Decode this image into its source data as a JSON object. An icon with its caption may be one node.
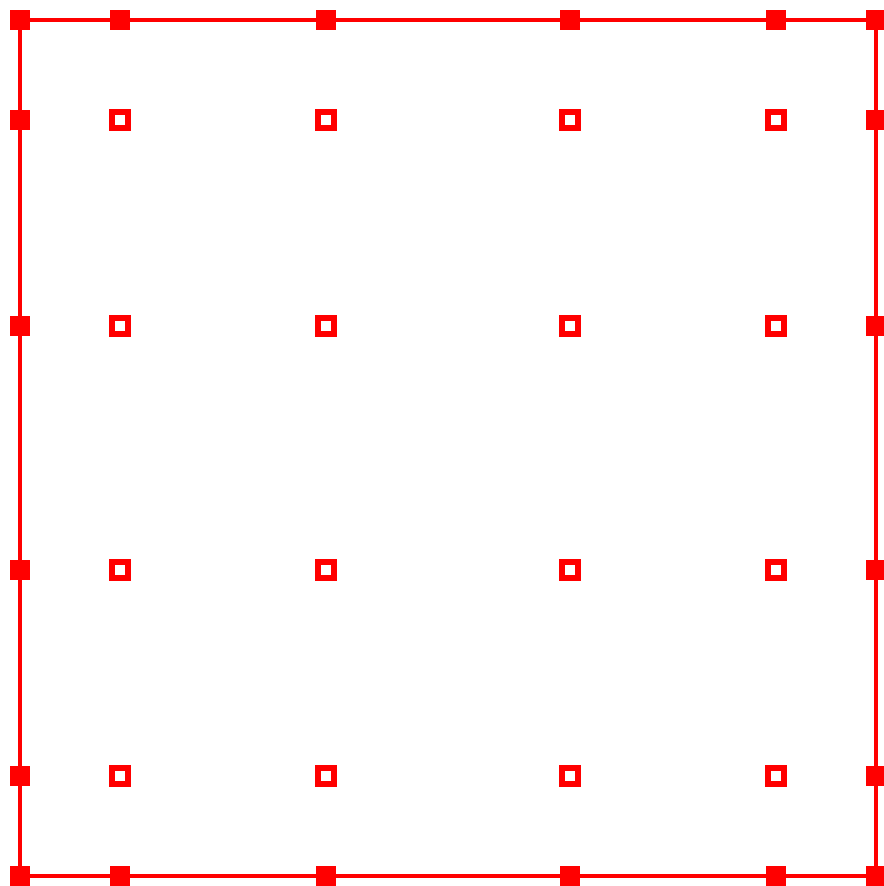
{
  "diagram": {
    "nodes": [
      {
        "text": [],
        "shape": "box"
      },
      {
        "text": [],
        "shape": "box"
      },
      {
        "text": [],
        "shape": "box"
      },
      {
        "text": [],
        "shape": "box"
      },
      {
        "text": [],
        "shape": "box"
      },
      {
        "text": [],
        "shape": "box"
      },
      {
        "text": [],
        "shape": "box"
      },
      {
        "text": [],
        "shape": "box"
      },
      {
        "text": [],
        "shape": "box"
      },
      {
        "text": [],
        "shape": "box"
      },
      {
        "text": [],
        "shape": "box"
      },
      {
        "text": [],
        "shape": "box"
      },
      {
        "text": [],
        "shape": "box"
      },
      {
        "text": [],
        "shape": "box"
      },
      {
        "text": [],
        "shape": "box"
      },
      {
        "text": [],
        "shape": "box"
      },
      {
        "text": [],
        "shape": "box"
      },
      {
        "text": [],
        "shape": "box"
      },
      {
        "text": [],
        "shape": "box"
      },
      {
        "text": [],
        "shape": "box"
      },
      {
        "text": [],
        "shape": "box"
      },
      {
        "text": [],
        "shape": "box"
      },
      {
        "text": [],
        "shape": "box"
      },
      {
        "text": [],
        "shape": "box"
      },
      {
        "text": [],
        "shape": "box"
      },
      {
        "text": [],
        "shape": "box"
      },
      {
        "text": [],
        "shape": "box"
      },
      {
        "text": [],
        "shape": "box"
      },
      {
        "text": [],
        "shape": "box"
      },
      {
        "text": [],
        "shape": "box"
      },
      {
        "text": [],
        "shape": "box"
      },
      {
        "text": [],
        "shape": "box"
      },
      {
        "text": [],
        "shape": "box"
      },
      {
        "text": [],
        "shape": "box"
      },
      {
        "text": [],
        "shape": "box"
      },
      {
        "text": [],
        "shape": "box"
      }
    ],
    "edges": [
      {
        "from": 0,
        "to": 1,
        "arrow": "none"
      },
      {
        "from": 1,
        "to": 2,
        "arrow": "none"
      },
      {
        "from": 2,
        "to": 3,
        "arrow": "none"
      },
      {
        "from": 3,
        "to": 4,
        "arrow": "none"
      },
      {
        "from": 4,
        "to": 5,
        "arrow": "none"
      },
      {
        "from": 0,
        "to": 6,
        "arrow": "none"
      },
      {
        "from": 5,
        "to": 11,
        "arrow": "none"
      },
      {
        "from": 6,
        "to": 12,
        "arrow": "none"
      },
      {
        "from": 11,
        "to": 17,
        "arrow": "none"
      },
      {
        "from": 12,
        "to": 18,
        "arrow": "none"
      },
      {
        "from": 17,
        "to": 23,
        "arrow": "none"
      },
      {
        "from": 18,
        "to": 24,
        "arrow": "none"
      },
      {
        "from": 23,
        "to": 29,
        "arrow": "none"
      },
      {
        "from": 24,
        "to": 30,
        "arrow": "none"
      },
      {
        "from": 29,
        "to": 35,
        "arrow": "none"
      },
      {
        "from": 30,
        "to": 31,
        "arrow": "none"
      },
      {
        "from": 31,
        "to": 32,
        "arrow": "none"
      },
      {
        "from": 32,
        "to": 33,
        "arrow": "none"
      },
      {
        "from": 33,
        "to": 34,
        "arrow": "none"
      },
      {
        "from": 34,
        "to": 35,
        "arrow": "none"
      }
    ]
  }
}
